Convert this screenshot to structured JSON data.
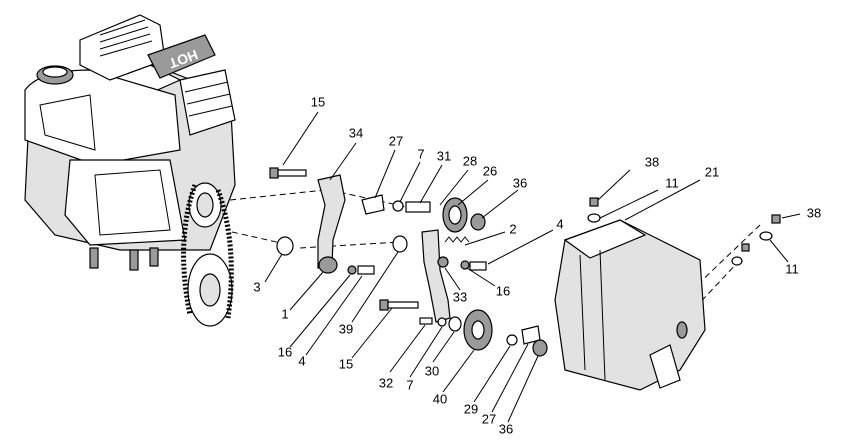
{
  "diagram": {
    "engine_label": "HOT",
    "callouts": [
      "15",
      "34",
      "27",
      "7",
      "31",
      "28",
      "26",
      "36",
      "2",
      "4",
      "16",
      "33",
      "3",
      "1",
      "16",
      "4",
      "39",
      "15",
      "32",
      "7",
      "30",
      "40",
      "29",
      "27",
      "36",
      "38",
      "11",
      "21",
      "38",
      "11"
    ]
  }
}
